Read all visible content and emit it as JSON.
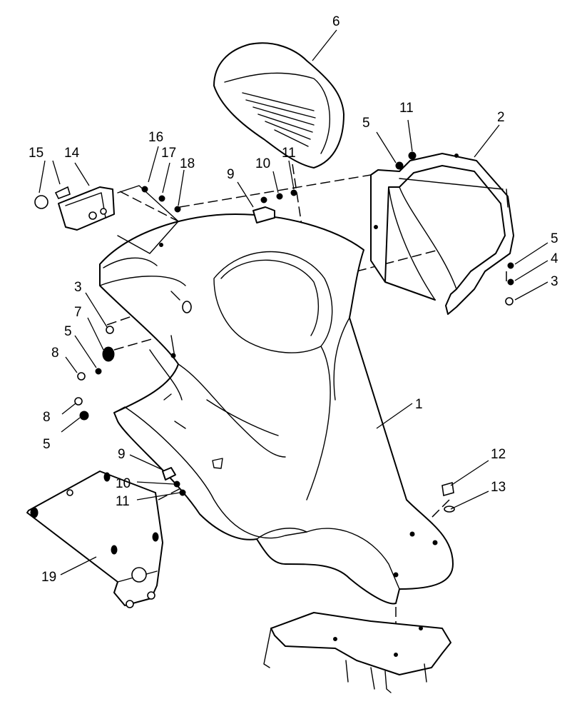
{
  "callouts": {
    "c1": "1",
    "c2": "2",
    "c3a": "3",
    "c3b": "3",
    "c4": "4",
    "c5a": "5",
    "c5b": "5",
    "c5c": "5",
    "c5d": "5",
    "c6": "6",
    "c7": "7",
    "c8a": "8",
    "c8b": "8",
    "c9a": "9",
    "c9b": "9",
    "c10a": "10",
    "c10b": "10",
    "c11a": "11",
    "c11b": "11",
    "c11c": "11",
    "c12": "12",
    "c13": "13",
    "c14": "14",
    "c15": "15",
    "c16": "16",
    "c17": "17",
    "c18": "18",
    "c19": "19"
  },
  "colors": {
    "line": "#000000",
    "background": "#ffffff"
  }
}
